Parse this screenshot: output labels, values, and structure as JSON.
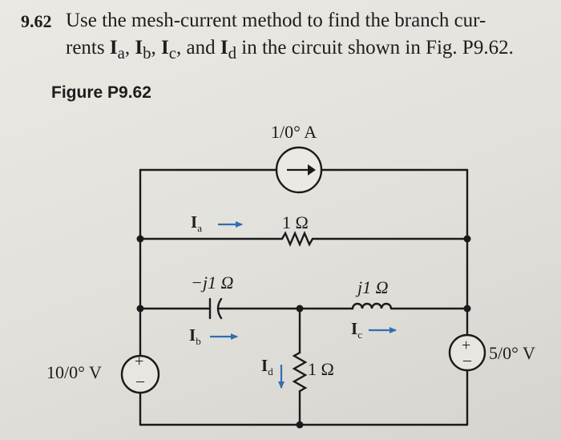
{
  "problem": {
    "number": "9.62",
    "text_line1": "Use the mesh-current method to find the branch cur-",
    "text_line2_pre": "rents ",
    "currents_list": [
      {
        "sym": "I",
        "sub": "a",
        "after": ", "
      },
      {
        "sym": "I",
        "sub": "b",
        "after": ", "
      },
      {
        "sym": "I",
        "sub": "c",
        "after": ", and "
      },
      {
        "sym": "I",
        "sub": "d",
        "after": " in the circuit shown in Fig. P9.62."
      }
    ]
  },
  "figure": {
    "label": "Figure P9.62",
    "current_source_label": "1/0° A",
    "resistor_top_label": "1 Ω",
    "capacitor_label": "−j1 Ω",
    "inductor_label": "j1 Ω",
    "resistor_mid_label": "1 Ω",
    "source_left_label": "10/0° V",
    "source_right_label": "5/0° V",
    "plus_sign": "+",
    "minus_sign": "–",
    "branch_currents": {
      "a": {
        "sym": "I",
        "sub": "a"
      },
      "b": {
        "sym": "I",
        "sub": "b"
      },
      "c": {
        "sym": "I",
        "sub": "c"
      },
      "d": {
        "sym": "I",
        "sub": "d"
      }
    }
  }
}
